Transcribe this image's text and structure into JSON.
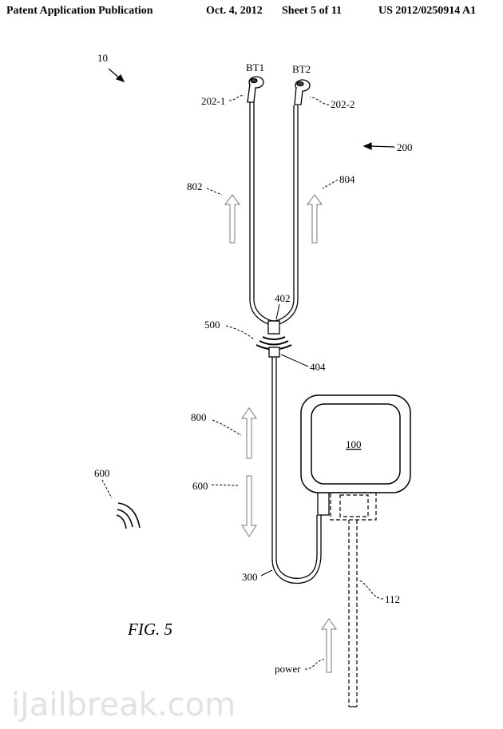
{
  "header": {
    "publication": "Patent Application Publication",
    "date": "Oct. 4, 2012",
    "sheet": "Sheet 5 of 11",
    "number": "US 2012/0250914 A1"
  },
  "figure": {
    "caption": "FIG. 5",
    "labels": {
      "system": "10",
      "earbud1": "BT1",
      "earbud2": "BT2",
      "ref_202_1": "202-1",
      "ref_202_2": "202-2",
      "headset": "200",
      "arrow_802": "802",
      "arrow_804": "804",
      "connector_402": "402",
      "connector_404": "404",
      "link_500": "500",
      "arrow_800": "800",
      "arrow_600": "600",
      "wireless_600": "600",
      "device": "100",
      "cable": "300",
      "power_line": "112",
      "power": "power"
    }
  },
  "watermark": "iJailbreak.com"
}
